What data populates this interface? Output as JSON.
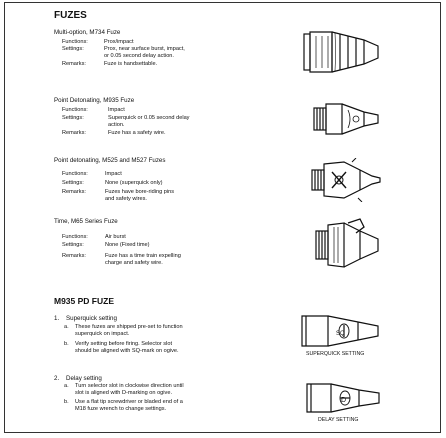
{
  "title": "FUZES",
  "fuzes": [
    {
      "name": "Multi-option, M734 Fuze",
      "rows": [
        {
          "label": "Functions:",
          "value": [
            "Prox/impact"
          ]
        },
        {
          "label": "Settings:",
          "value": [
            "Prox, near surface burst, impact,",
            "or 0.05 second delay action."
          ]
        },
        {
          "label": "Remarks:",
          "value": [
            "Fuze is handsettable."
          ]
        }
      ]
    },
    {
      "name": "Point Detonating, M935 Fuze",
      "rows": [
        {
          "label": "Functions:",
          "value": [
            "Impact"
          ]
        },
        {
          "label": "Settings:",
          "value": [
            "Superquick or 0.05 second delay",
            "action."
          ]
        },
        {
          "label": "Remarks:",
          "value": [
            "Fuze has a safety wire."
          ]
        }
      ]
    },
    {
      "name": "Point detonating, M525 and M527 Fuzes",
      "rows": [
        {
          "label": "Functions:",
          "value": [
            "Impact"
          ]
        },
        {
          "label": "Settings:",
          "value": [
            "None (superquick only)"
          ]
        },
        {
          "label": "Remarks:",
          "value": [
            "Fuzes have bore-riding pins",
            "and safety wires."
          ]
        }
      ]
    },
    {
      "name": "Time, M65 Series Fuze",
      "rows": [
        {
          "label": "Functions:",
          "value": [
            "Air burst"
          ]
        },
        {
          "label": "Settings:",
          "value": [
            "None (Fixed time)"
          ]
        },
        {
          "label": "Remarks:",
          "value": [
            "Fuze has a time train expelling",
            "charge and safety wire."
          ]
        }
      ]
    }
  ],
  "m935": {
    "title": "M935 PD FUZE",
    "steps": [
      {
        "num": "1.",
        "title": "Superquick setting",
        "items": [
          {
            "letter": "a.",
            "lines": [
              "These fuzes are shipped pre-set to function",
              "superquick on impact."
            ]
          },
          {
            "letter": "b.",
            "lines": [
              "Verify setting before firing.  Selector slot",
              "should be aligned with SQ-mark on ogive."
            ]
          }
        ]
      },
      {
        "num": "2.",
        "title": "Delay setting",
        "items": [
          {
            "letter": "a.",
            "lines": [
              "Turn selector slot in clockwise direction until",
              "slot is aligned with D-marking on ogive."
            ]
          },
          {
            "letter": "b.",
            "lines": [
              "Use a flat tip screwdriver or bladed end of a",
              "M18 fuze wrench to change settings."
            ]
          }
        ]
      }
    ],
    "captions": {
      "superquick": "SUPERQUICK SETTING",
      "delay": "DELAY SETTING"
    },
    "marks": {
      "sq": "SQ",
      "d": "D"
    }
  }
}
